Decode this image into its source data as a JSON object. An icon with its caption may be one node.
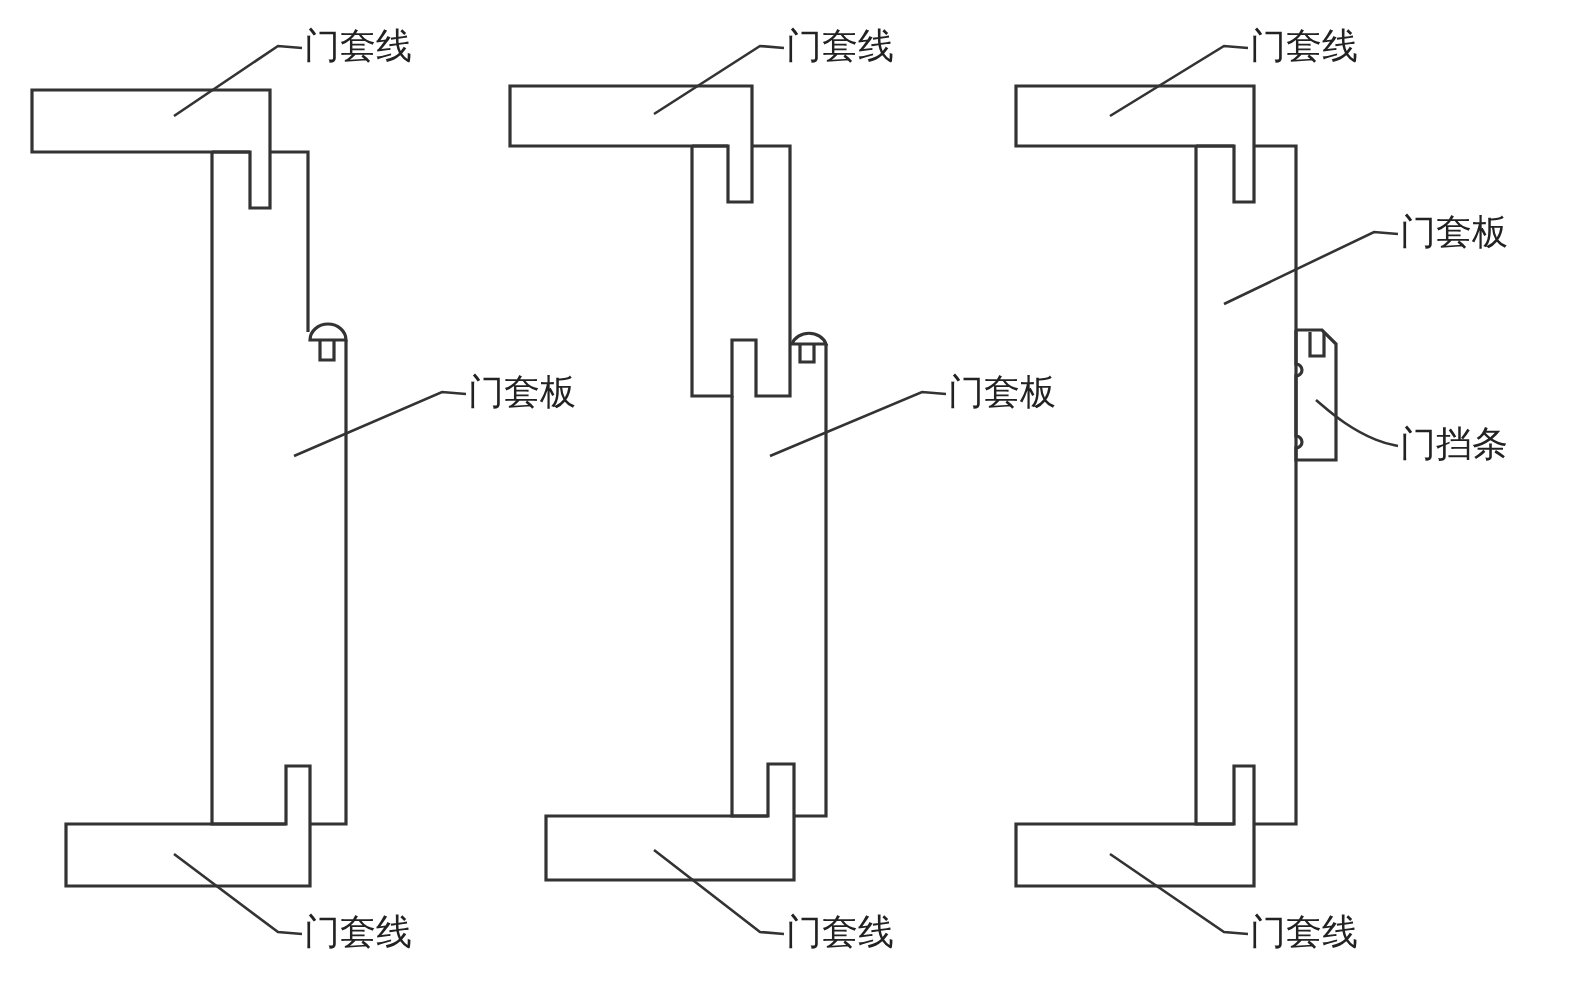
{
  "diagram": {
    "nodes": [
      {
        "text": [
          "门套线"
        ]
      },
      {
        "text": [
          "门套线"
        ]
      },
      {
        "text": [
          "门套线"
        ]
      },
      {
        "text": [
          "门套板"
        ]
      },
      {
        "text": [
          "门套板"
        ]
      },
      {
        "text": [
          "门套板"
        ]
      },
      {
        "text": [
          "门挡条"
        ]
      },
      {
        "text": [
          "门套线"
        ]
      },
      {
        "text": [
          "门套线"
        ]
      },
      {
        "text": [
          "门套线"
        ]
      }
    ],
    "edges": [
      {
        "from": 0,
        "to": null,
        "arrow": "none"
      },
      {
        "from": 1,
        "to": null,
        "arrow": "none"
      },
      {
        "from": 2,
        "to": null,
        "arrow": "none"
      },
      {
        "from": 3,
        "to": null,
        "arrow": "none"
      },
      {
        "from": 4,
        "to": null,
        "arrow": "none"
      },
      {
        "from": 5,
        "to": null,
        "arrow": "none"
      },
      {
        "from": 6,
        "to": null,
        "arrow": "none"
      },
      {
        "from": 7,
        "to": null,
        "arrow": "none"
      },
      {
        "from": 8,
        "to": null,
        "arrow": "none"
      },
      {
        "from": 9,
        "to": null,
        "arrow": "none"
      }
    ]
  }
}
